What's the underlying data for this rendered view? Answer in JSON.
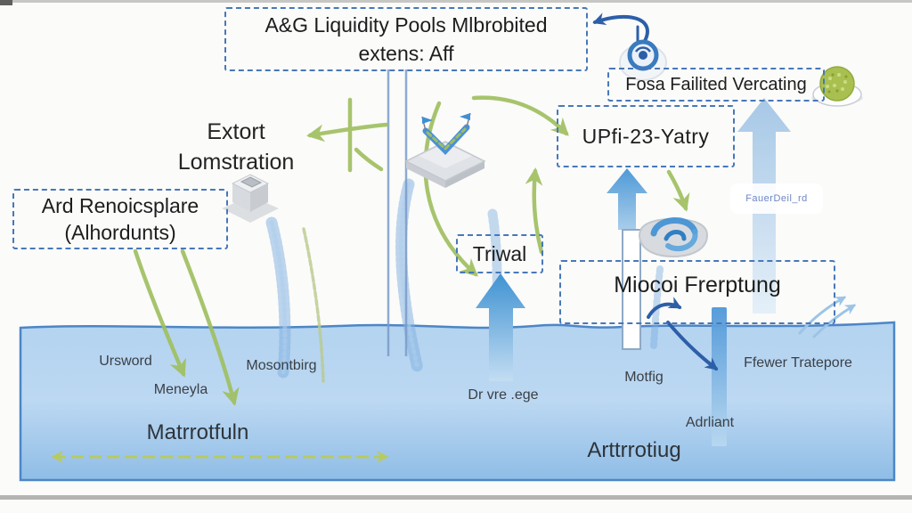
{
  "diagram": {
    "title_box": {
      "line1": "A&G Liquidity Pools Mlbrobited",
      "line2": "extens: Aff"
    },
    "boxes": {
      "fosa": "Fosa Failited Vercating",
      "upfi": "UPfi-23-Yatry",
      "renoics_line1": "Ard Renoicsplare",
      "renoics_line2": "(Alhordunts)",
      "triwal": "Triwal",
      "miocoi": "Miocoi Frerptung"
    },
    "labels": {
      "extort_line1": "Extort",
      "extort_line2": "Lomstration",
      "fauerdeil": "FauerDeil_rd"
    },
    "water_labels": {
      "ursword": "Ursword",
      "meneyla": "Meneyla",
      "mosontbirg": "Mosontbirg",
      "matrrotfuln": "Matrrotfuln",
      "drvre": "Dr vre .ege",
      "motfig": "Motfig",
      "adrliant": "Adrliant",
      "ffewer": "Ffewer Tratepore",
      "artrrotiug": "Arttrrotiug"
    },
    "colors": {
      "dashed_border": "#4878b8",
      "green_arrow": "#9fbf5e",
      "dark_blue_arrow": "#2d5fa8",
      "blue_arrow": "#3f92d2",
      "water_top": "#b3d3f0",
      "water_bottom": "#8fbde6"
    }
  }
}
